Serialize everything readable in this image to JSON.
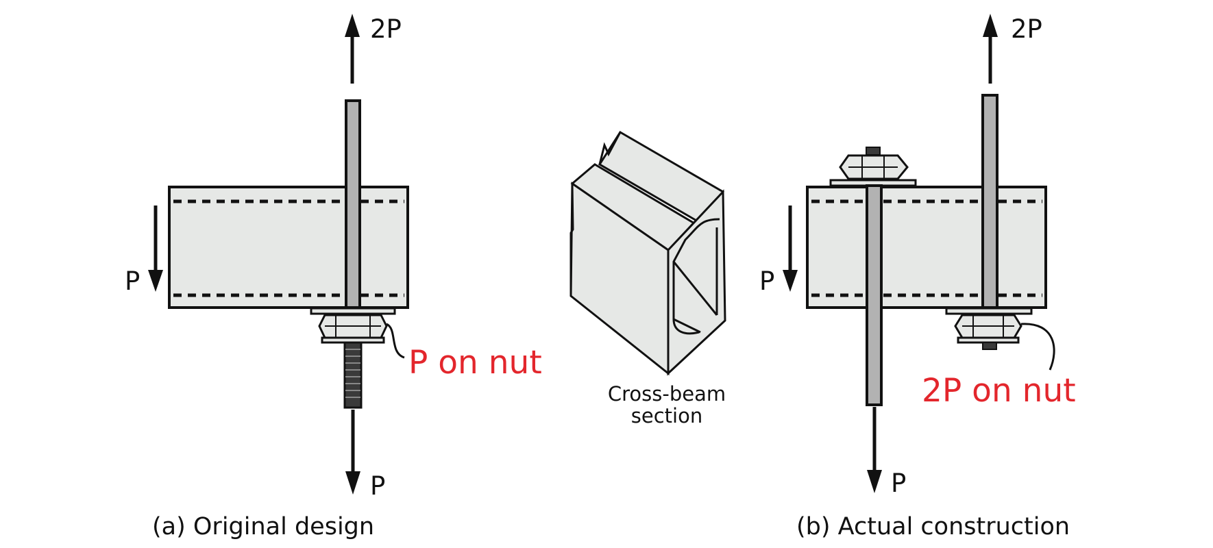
{
  "panel_a": {
    "caption": "(a) Original design",
    "top_force": "2P",
    "bottom_force": "P",
    "beam_force": "P",
    "nut_load": "P on nut"
  },
  "cross_section": {
    "line1": "Cross-beam",
    "line2": "section"
  },
  "panel_b": {
    "caption": "(b) Actual construction",
    "top_force": "2P",
    "bottom_force": "P",
    "beam_force": "P",
    "nut_load": "2P on nut"
  },
  "colors": {
    "beam_fill": "#e6e8e6",
    "rod_fill": "#b2b2b2",
    "highlight_text": "#e3262c",
    "outline": "#111111"
  }
}
